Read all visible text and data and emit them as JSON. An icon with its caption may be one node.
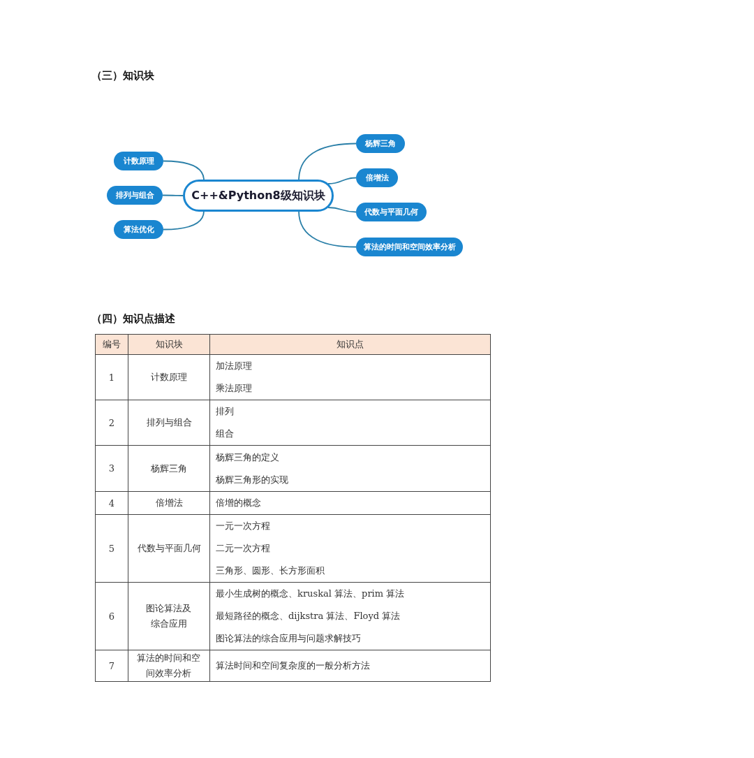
{
  "diagram": {
    "title": "（三）知识块",
    "nodes": [
      {
        "text": [
          "C++&Python8级知识块"
        ]
      },
      {
        "text": [
          "计数原理"
        ]
      },
      {
        "text": [
          "排列与组合"
        ]
      },
      {
        "text": [
          "算法优化"
        ]
      },
      {
        "text": [
          "杨辉三角"
        ]
      },
      {
        "text": [
          "倍增法"
        ]
      },
      {
        "text": [
          "代数与平面几何"
        ]
      },
      {
        "text": [
          "算法的时间和空间效率分析"
        ]
      }
    ],
    "edges": [
      {
        "from": 0,
        "to": 1,
        "arrow": "none"
      },
      {
        "from": 0,
        "to": 2,
        "arrow": "none"
      },
      {
        "from": 0,
        "to": 3,
        "arrow": "none"
      },
      {
        "from": 0,
        "to": 4,
        "arrow": "none"
      },
      {
        "from": 0,
        "to": 5,
        "arrow": "none"
      },
      {
        "from": 0,
        "to": 6,
        "arrow": "none"
      },
      {
        "from": 0,
        "to": 7,
        "arrow": "none"
      }
    ],
    "labels": [
      "（四）知识点描述",
      "编号",
      "知识块",
      "知识点",
      "1",
      "计数原理",
      "加法原理",
      "乘法原理",
      "2",
      "排列与组合",
      "排列",
      "组合",
      "3",
      "杨辉三角",
      "杨辉三角的定义",
      "杨辉三角形的实现",
      "4",
      "倍增法",
      "倍增的概念",
      "5",
      "代数与平面几何",
      "一元一次方程",
      "二元一次方程",
      "三角形、圆形、长方形面积",
      "6",
      "图论算法及综合应用",
      "最小生成树的概念、kruskal 算法、prim 算法",
      "最短路径的概念、dijkstra 算法、Floyd 算法",
      "图论算法的综合应用与问题求解技巧",
      "7",
      "算法的时间和空间效率分析",
      "算法时间和空间复杂度的一般分析方法"
    ]
  }
}
